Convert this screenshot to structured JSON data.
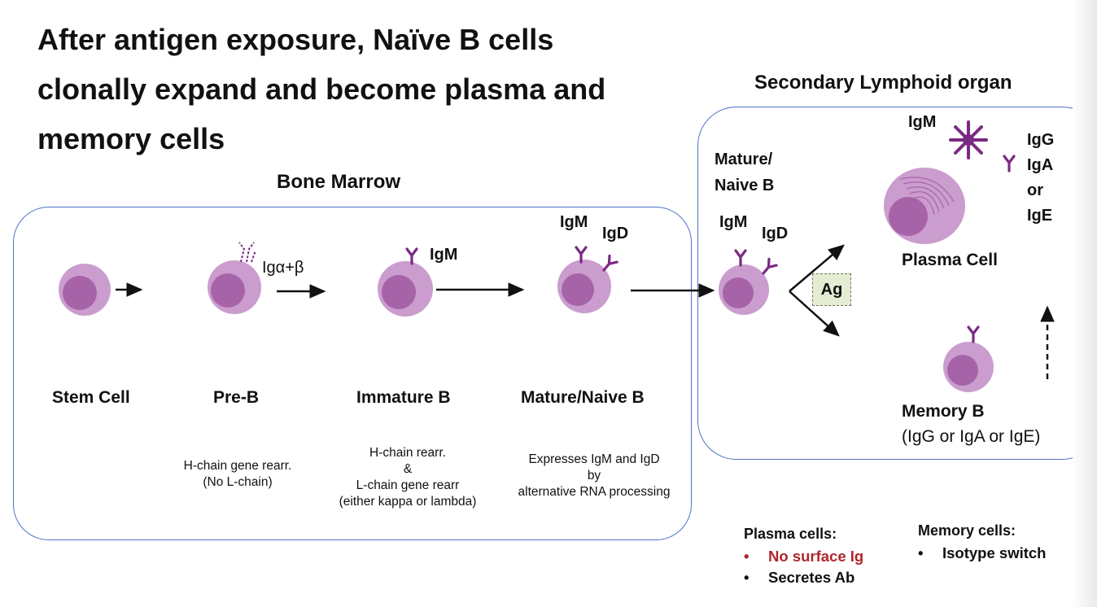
{
  "title_lines": [
    "After antigen exposure, Naïve B cells",
    "clonally expand and become plasma and",
    "memory cells"
  ],
  "bone_marrow": {
    "label": "Bone Marrow",
    "stages": [
      {
        "name": "Stem Cell",
        "desc": []
      },
      {
        "name": "Pre-B",
        "desc": [
          "H-chain gene rearr.",
          "(No L-chain)"
        ],
        "receptor_label": "Igα+β"
      },
      {
        "name": "Immature B",
        "desc": [
          "H-chain rearr.",
          "&",
          "L-chain gene rearr",
          "(either kappa or lambda)"
        ],
        "receptor_label": "IgM"
      },
      {
        "name": "Mature/Naive B",
        "desc": [
          "Expresses IgM and IgD",
          "by",
          "alternative RNA processing"
        ],
        "receptor_labels": [
          "IgM",
          "IgD"
        ]
      }
    ]
  },
  "secondary": {
    "label": "Secondary Lymphoid organ",
    "mature_label": [
      "Mature/",
      "Naive B"
    ],
    "mature_receptors": [
      "IgM",
      "IgD"
    ],
    "antigen": "Ag",
    "igm_label": "IgM",
    "isotypes": [
      "IgG",
      "IgA",
      "or",
      "IgE"
    ],
    "plasma_label": "Plasma Cell",
    "memory_label": "Memory B",
    "memory_sub": "(IgG or IgA or IgE)"
  },
  "notes": {
    "plasma": {
      "heading": "Plasma cells:",
      "items": [
        {
          "text": "No surface Ig",
          "color": "#b0252a"
        },
        {
          "text": "Secretes Ab",
          "color": "#111111"
        }
      ]
    },
    "memory": {
      "heading": "Memory cells:",
      "items": [
        {
          "text": "Isotype switch",
          "color": "#111111"
        }
      ]
    }
  },
  "colors": {
    "cell_outer": "#ca9dce",
    "cell_inner": "#a763a8",
    "receptor": "#7a2a82",
    "box_border": "#4f72c8",
    "antigen_fill": "#e4ecd4"
  }
}
